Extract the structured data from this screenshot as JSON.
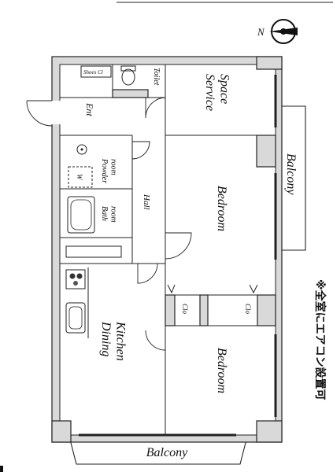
{
  "compass": {
    "north_label": "N"
  },
  "rooms": {
    "shoe_closet": "Shoes Cl",
    "toilet": "Toilet",
    "entrance": "Ent",
    "service_space": "Service\nSpace",
    "washer": "W",
    "powder_room": "Powder\nroom",
    "bath_room": "Bath\nroom",
    "hall": "Hall",
    "bedroom_top": "Bedroom",
    "closet_left": "Clo",
    "closet_right": "Clo",
    "dining_kitchen": "Dining\nKitchen",
    "bedroom_bottom": "Bedroom"
  },
  "balconies": {
    "right": "Balcony",
    "bottom": "Balcony"
  },
  "note": "※全室にエアコン設置可"
}
